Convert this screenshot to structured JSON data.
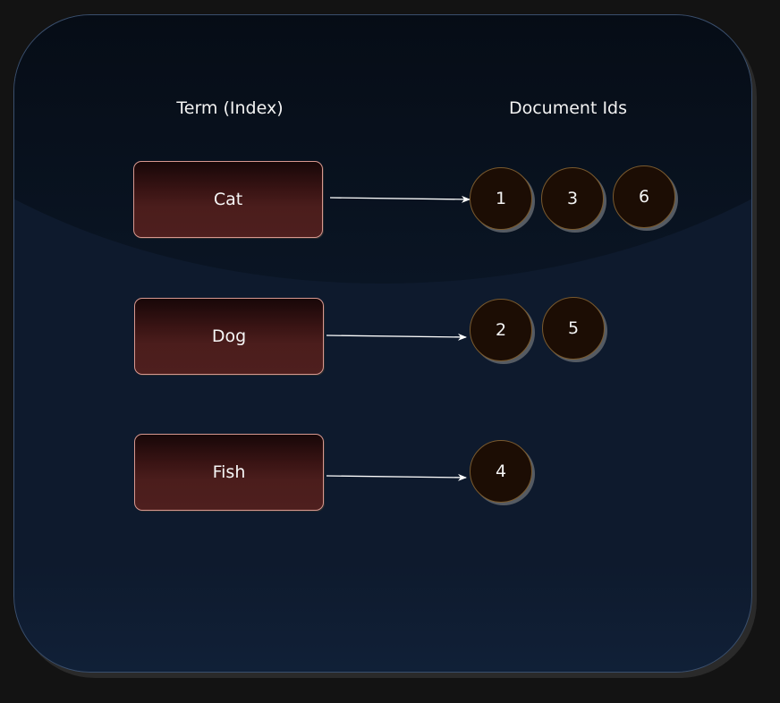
{
  "headings": {
    "term": "Term (Index)",
    "documents": "Document Ids"
  },
  "rows": [
    {
      "term": "Cat",
      "doc_ids": [
        "1",
        "3",
        "6"
      ]
    },
    {
      "term": "Dog",
      "doc_ids": [
        "2",
        "5"
      ]
    },
    {
      "term": "Fish",
      "doc_ids": [
        "4"
      ]
    }
  ],
  "colors": {
    "background": "#131313",
    "panel": "#0e1a2d",
    "term_fill": "#4b1d1c",
    "term_border": "#d89890",
    "doc_fill": "#1c0d04",
    "arrow": "#ffffff",
    "text": "#f2f2f2"
  }
}
